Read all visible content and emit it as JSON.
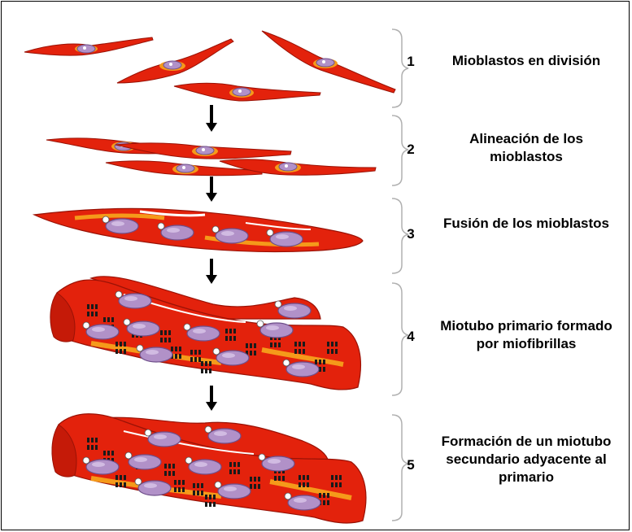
{
  "stages": [
    {
      "number": "1",
      "label": "Mioblastos en división"
    },
    {
      "number": "2",
      "label": "Alineación de los mioblastos"
    },
    {
      "number": "3",
      "label": "Fusión de los mioblastos"
    },
    {
      "number": "4",
      "label": "Miotubo primario formado por miofibrillas"
    },
    {
      "number": "5",
      "label": "Formación de un miotubo secundario adyacente al primario"
    }
  ],
  "colors": {
    "cell_red": "#e3220c",
    "cell_outline": "#9a1206",
    "cell_orange": "#f59a1a",
    "nucleus": "#b191c8",
    "nucleus_outline": "#6e4f8a",
    "bracket": "#b0b0b0",
    "arrow": "#000000",
    "myofibril": "#1a1a1a"
  }
}
